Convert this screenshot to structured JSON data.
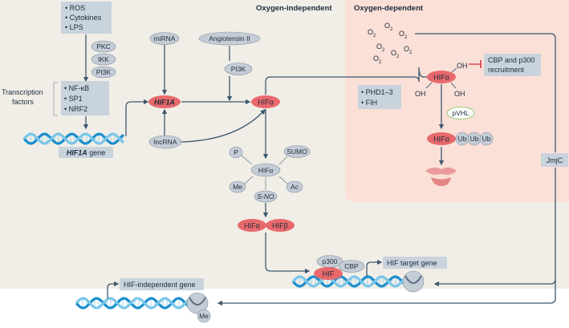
{
  "headers": {
    "oxygen_independent": "Oxygen-independent",
    "oxygen_dependent": "Oxygen-dependent"
  },
  "stimuli": [
    "ROS",
    "Cytokines",
    "LPS"
  ],
  "kinases": [
    "PKC",
    "IKK",
    "PI3K"
  ],
  "transcription_factors": {
    "label_line1": "Transcription",
    "label_line2": "factors",
    "items": [
      "NF-κB",
      "SP1",
      "NRF2"
    ]
  },
  "hif1a_gene": {
    "prefix": "HIF1A",
    "suffix": " gene"
  },
  "regulators": {
    "mirna": "miRNA",
    "lncrna": "lncRNA",
    "angiotensin": "Angiotensin II",
    "pi3k": "PI3K"
  },
  "hif1a_mrna": "HIF1A",
  "hif_alpha": "HIFα",
  "hif_beta": "HIFβ",
  "hif": "HIF",
  "ptm": {
    "p": "P",
    "sumo": "SUMO",
    "me": "Me",
    "ac": "Ac",
    "sno": "S-NO"
  },
  "oxygen": {
    "o": "O",
    "sub": "2"
  },
  "phd": [
    "PHD1–3",
    "FIH"
  ],
  "hydroxyl": "OH",
  "cbp_p300_recruitment": {
    "line1": "CBP and p300",
    "line2": "recruitment"
  },
  "pvhl": "pVHL",
  "ub": "Ub",
  "jmjc": "JmjC",
  "coactivators": {
    "p300": "p300",
    "cbp": "CBP"
  },
  "hif_target_gene": "HIF target gene",
  "hif_independent_gene": "HIF-independent gene",
  "me": "Me",
  "colors": {
    "background_left": "#f1eee7",
    "oxygen_panel": "#fbe0d7",
    "box": "#c9d3dc",
    "pill": "#c4ccd6",
    "red": "#e8696c",
    "arrow": "#3e5870",
    "dna_a": "#1b8fcd",
    "dna_b": "#7ac6e9",
    "inhibit": "#d8343b"
  }
}
